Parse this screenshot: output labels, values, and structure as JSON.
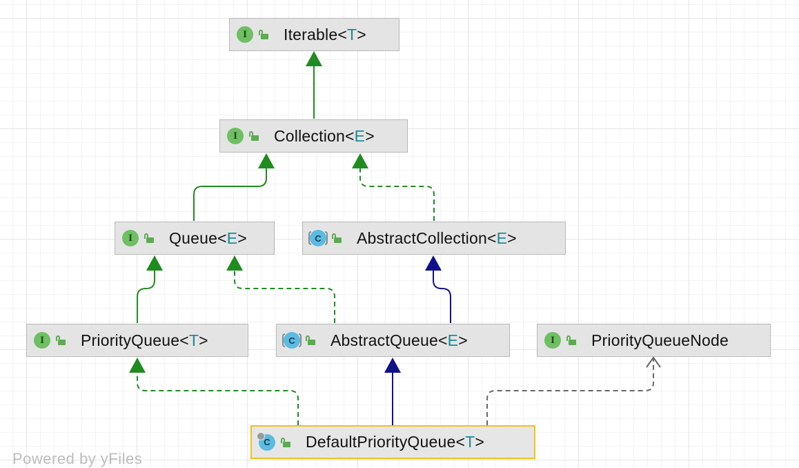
{
  "nodes": {
    "iterable": {
      "kind": "I",
      "name": "Iterable",
      "lt": "<",
      "param": "T",
      "gt": ">"
    },
    "collection": {
      "kind": "I",
      "name": "Collection",
      "lt": "<",
      "param": "E",
      "gt": ">"
    },
    "queue": {
      "kind": "I",
      "name": "Queue",
      "lt": "<",
      "param": "E",
      "gt": ">"
    },
    "abstract_collection": {
      "kind": "C",
      "name": "AbstractCollection",
      "lt": "<",
      "param": "E",
      "gt": ">"
    },
    "priority_queue": {
      "kind": "I",
      "name": "PriorityQueue",
      "lt": "<",
      "param": "T",
      "gt": ">"
    },
    "abstract_queue": {
      "kind": "C",
      "name": "AbstractQueue",
      "lt": "<",
      "param": "E",
      "gt": ">"
    },
    "priority_queue_node": {
      "kind": "I",
      "name": "PriorityQueueNode"
    },
    "default_priority_queue": {
      "kind": "C",
      "name": "DefaultPriorityQueue",
      "lt": "<",
      "param": "T",
      "gt": ">"
    }
  },
  "watermark": "Powered by yFiles",
  "colors": {
    "extends_interface": "#1e8c1e",
    "implements": "#1e8c1e",
    "extends_class": "#10108a",
    "implements_other": "#666666",
    "selection": "#f2c01c",
    "type_param": "#1a8a98"
  }
}
